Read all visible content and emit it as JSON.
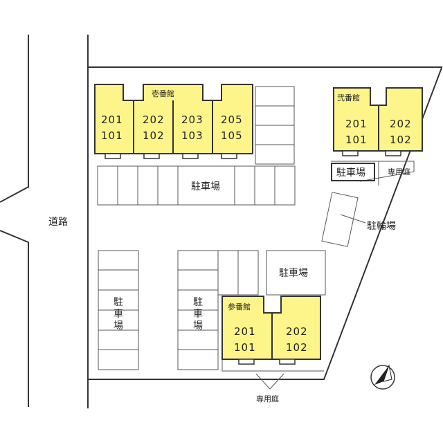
{
  "road": {
    "label": "道路"
  },
  "buildings": [
    {
      "name": "壱番館",
      "units": [
        {
          "upper": "201",
          "lower": "101"
        },
        {
          "upper": "202",
          "lower": "102"
        },
        {
          "upper": "203",
          "lower": "103"
        },
        {
          "upper": "205",
          "lower": "105"
        }
      ]
    },
    {
      "name": "弐番館",
      "units": [
        {
          "upper": "201",
          "lower": "101"
        },
        {
          "upper": "202",
          "lower": "102"
        }
      ]
    },
    {
      "name": "参番館",
      "units": [
        {
          "upper": "201",
          "lower": "101"
        },
        {
          "upper": "202",
          "lower": "102"
        }
      ]
    }
  ],
  "parking": {
    "top": "駐車場",
    "left": [
      "駐",
      "車",
      "場"
    ],
    "center": [
      "駐",
      "車",
      "場"
    ],
    "mid_right": "駐車場",
    "small": "駐車場"
  },
  "bicycle_parking": "駐輪場",
  "private_garden": {
    "right": "専用庭",
    "bottom": "専用庭"
  },
  "compass": {
    "icon": "north-arrow"
  },
  "colors": {
    "building": "#fdf58a",
    "line": "#333333"
  }
}
